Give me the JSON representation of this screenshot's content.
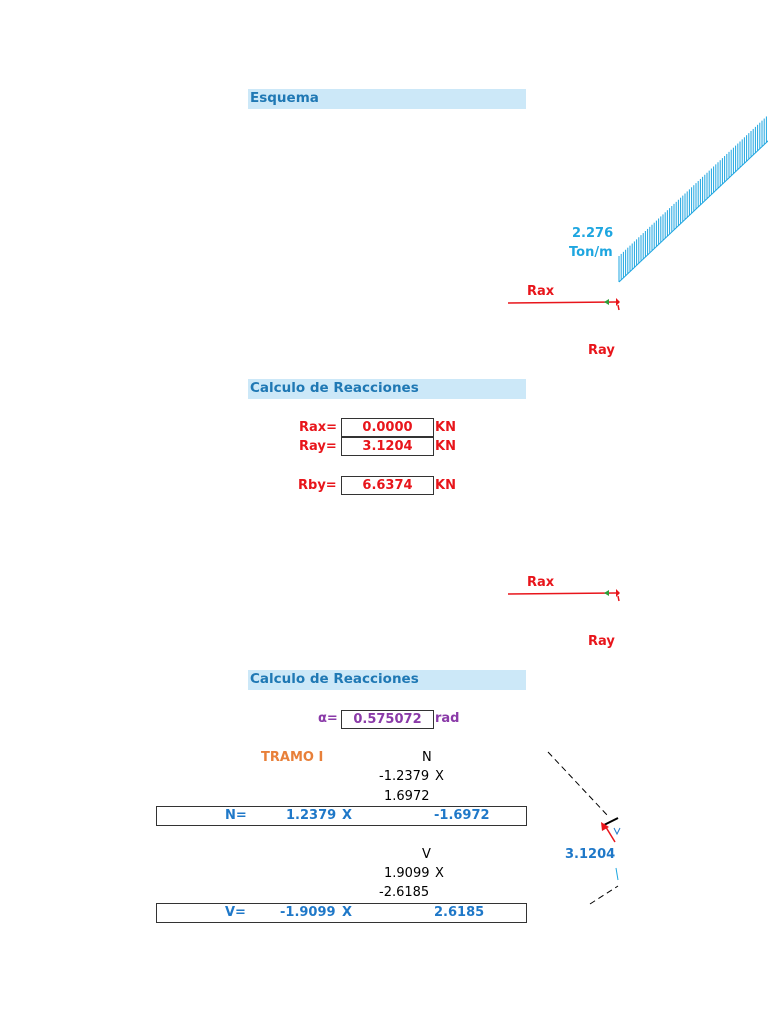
{
  "sections": {
    "esquema": "Esquema",
    "calc1": "Calculo de Reacciones",
    "calc2": "Calculo de Reacciones"
  },
  "load": {
    "value": "2.276",
    "unit": "Ton/m"
  },
  "diagram": {
    "rax_label": "Rax",
    "ray_label": "Ray",
    "rax_label_2": "Rax",
    "ray_label_2": "Ray",
    "force_label": "3.1204"
  },
  "reactions": [
    {
      "label": "Rax=",
      "value": "0.0000",
      "unit": "KN"
    },
    {
      "label": "Ray=",
      "value": "3.1204",
      "unit": "KN"
    },
    {
      "label": "Rby=",
      "value": "6.6374",
      "unit": "KN"
    }
  ],
  "alpha": {
    "label": "α=",
    "value": "0.575072",
    "unit": "rad"
  },
  "tramo": {
    "title": "TRAMO I",
    "n_header": "N",
    "n_coef": "-1.2379",
    "n_x": "X",
    "n_const": "1.6972",
    "n_result": {
      "label": "N=",
      "coef": "1.2379",
      "x": "X",
      "const": "-1.6972"
    },
    "v_header": "V",
    "v_coef": "1.9099",
    "v_x": "X",
    "v_const": "-2.6185",
    "v_result": {
      "label": "V=",
      "coef": "-1.9099",
      "x": "X",
      "const": "2.6185"
    }
  },
  "colors": {
    "red": "#e8151b",
    "blue": "#1f78c8",
    "cyan": "#1ea6e0",
    "purple": "#8a3aa8",
    "orange": "#e8803a",
    "band": "#cce8f8"
  }
}
